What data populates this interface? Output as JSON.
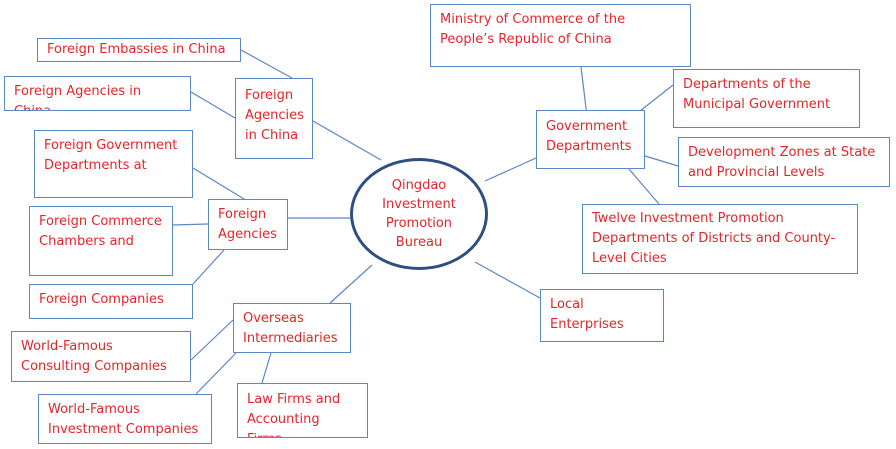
{
  "center": {
    "label": "Qingdao\nInvestment\nPromotion\nBureau"
  },
  "nodes": {
    "foreign_embassies": "Foreign Embassies in China",
    "foreign_agencies_in_china_leaf": "Foreign Agencies in China",
    "foreign_agencies_in_china_group": "Foreign\nAgencies\nin China",
    "foreign_gov_departments": "Foreign Government\nDepartments at",
    "foreign_commerce_chambers": "Foreign Commerce\nChambers and",
    "foreign_agencies_group": "Foreign\nAgencies",
    "foreign_companies": "Foreign Companies",
    "consulting_companies": "World-Famous\nConsulting Companies",
    "investment_companies": "World-Famous\nInvestment Companies",
    "overseas_intermediaries": "Overseas\nIntermediaries",
    "law_accounting": "Law Firms and\nAccounting Firms",
    "ministry_commerce": "Ministry of Commerce of the\nPeople’s Republic of China",
    "government_departments": "Government\nDepartments",
    "municipal_departments": "Departments of the\nMunicipal Government",
    "development_zones": "Development Zones at State\nand Provincial Levels",
    "twelve_departments": "Twelve Investment Promotion\nDepartments of Districts and County-\nLevel Cities",
    "local_enterprises": "Local\nEnterprises"
  },
  "colors": {
    "text": "#e3262b",
    "box_border": "#5b87c5",
    "center_border": "#2e4f7f",
    "connector": "#5b87c5"
  }
}
